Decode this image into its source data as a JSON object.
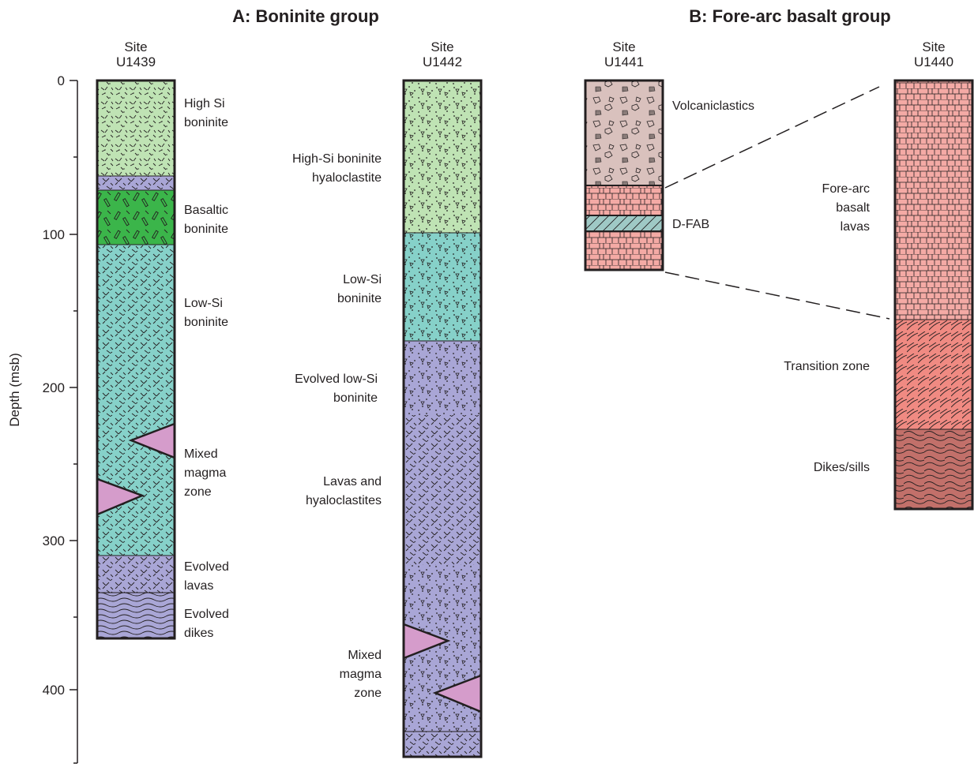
{
  "titles": {
    "a": "A: Boninite group",
    "b": "B: Fore-arc basalt group"
  },
  "axis": {
    "label": "Depth (msb)",
    "ticks": [
      "0",
      "100",
      "200",
      "300",
      "400"
    ]
  },
  "sites": {
    "u1439": {
      "line1": "Site",
      "line2": "U1439"
    },
    "u1442": {
      "line1": "Site",
      "line2": "U1442"
    },
    "u1441": {
      "line1": "Site",
      "line2": "U1441"
    },
    "u1440": {
      "line1": "Site",
      "line2": "U1440"
    }
  },
  "labels": {
    "u1439": {
      "high_si": [
        "High Si",
        "boninite"
      ],
      "basaltic": [
        "Basaltic",
        "boninite"
      ],
      "low_si": [
        "Low-Si",
        "boninite"
      ],
      "mixed": [
        "Mixed",
        "magma",
        "zone"
      ],
      "ev_lavas": [
        "Evolved",
        "lavas"
      ],
      "ev_dikes": [
        "Evolved",
        "dikes"
      ]
    },
    "u1442": {
      "high_si": [
        "High-Si boninite",
        "hyaloclastite"
      ],
      "low_si": [
        "Low-Si",
        "boninite"
      ],
      "evolved": [
        "Evolved low-Si",
        "boninite"
      ],
      "lavas": [
        "Lavas and",
        "hyaloclastites"
      ],
      "mixed": [
        "Mixed",
        "magma",
        "zone"
      ]
    },
    "u1441": {
      "volc": "Volcaniclastics",
      "dfab": "D-FAB"
    },
    "u1440": {
      "fab": [
        "Fore-arc",
        "basalt",
        "lavas"
      ],
      "transition": "Transition zone",
      "dikes": "Dikes/sills"
    }
  },
  "colors": {
    "high_si_green": "#bfe3b4",
    "basaltic_green": "#3bb54a",
    "low_si_teal": "#86d1c9",
    "evolved_purple": "#a9a6d6",
    "mixed_pink": "#d59ccb",
    "volcaniclastic_tan": "#d9c1bd",
    "fab_pink": "#f4aaa5",
    "dfab_teal": "#9fc9c5",
    "transition_red": "#f08a82",
    "dikes_red": "#c2706a"
  }
}
